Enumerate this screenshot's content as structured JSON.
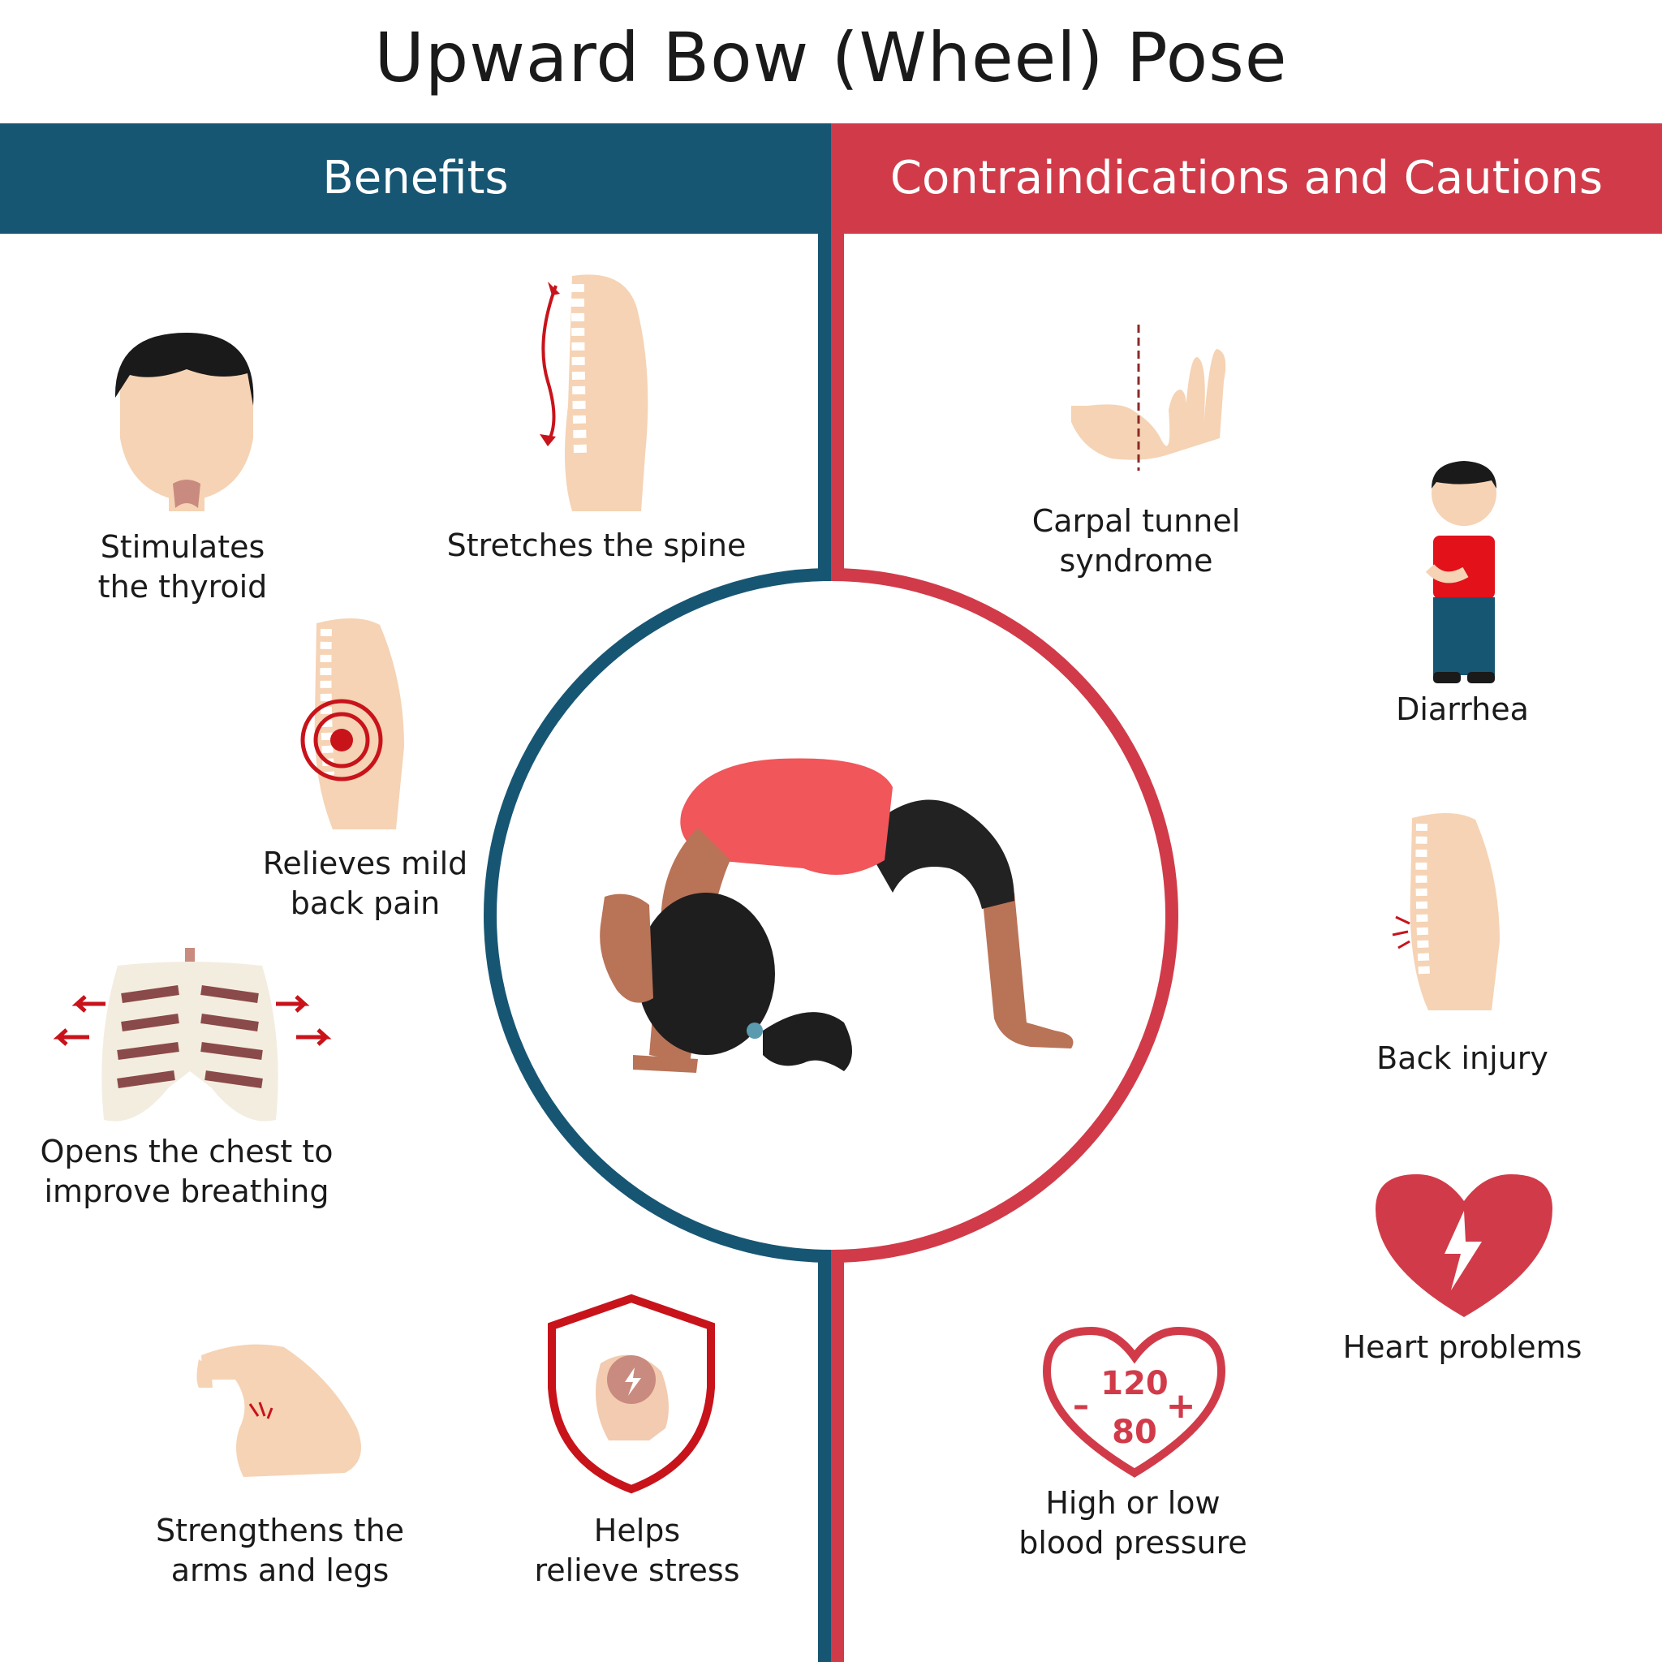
{
  "title": "Upward Bow (Wheel) Pose",
  "colors": {
    "benefits_blue": "#175673",
    "cautions_red": "#d13b49",
    "skin_light": "#f5d3b4",
    "accent_red": "#c8131b",
    "shirt_red": "#f0565a"
  },
  "sections": {
    "benefits": {
      "heading": "Benefits",
      "items": [
        {
          "id": "thyroid",
          "label": "Stimulates\nthe thyroid",
          "icon": "head-thyroid-icon"
        },
        {
          "id": "spine",
          "label": "Stretches the spine",
          "icon": "spine-stretch-icon"
        },
        {
          "id": "backpain",
          "label": "Relieves mild\nback pain",
          "icon": "back-target-icon"
        },
        {
          "id": "chest",
          "label": "Opens the chest to\nimprove breathing",
          "icon": "ribcage-icon"
        },
        {
          "id": "arms",
          "label": "Strengthens the\narms and legs",
          "icon": "flexed-arm-icon"
        },
        {
          "id": "stress",
          "label": "Helps\nrelieve stress",
          "icon": "shield-brain-icon"
        }
      ]
    },
    "cautions": {
      "heading": "Contraindications and Cautions",
      "items": [
        {
          "id": "carpal",
          "label": "Carpal tunnel\nsyndrome",
          "icon": "hand-icon"
        },
        {
          "id": "diarrhea",
          "label": "Diarrhea",
          "icon": "boy-stomach-icon"
        },
        {
          "id": "backinjury",
          "label": "Back injury",
          "icon": "back-injury-icon"
        },
        {
          "id": "heart",
          "label": "Heart problems",
          "icon": "heart-bolt-icon"
        },
        {
          "id": "bp",
          "label": "High or low\nblood pressure",
          "icon": "heart-bp-icon"
        }
      ]
    }
  },
  "blood_pressure": {
    "systolic": "120",
    "diastolic": "80",
    "minus": "–",
    "plus": "+"
  },
  "center_figure": "wheel-pose-figure"
}
